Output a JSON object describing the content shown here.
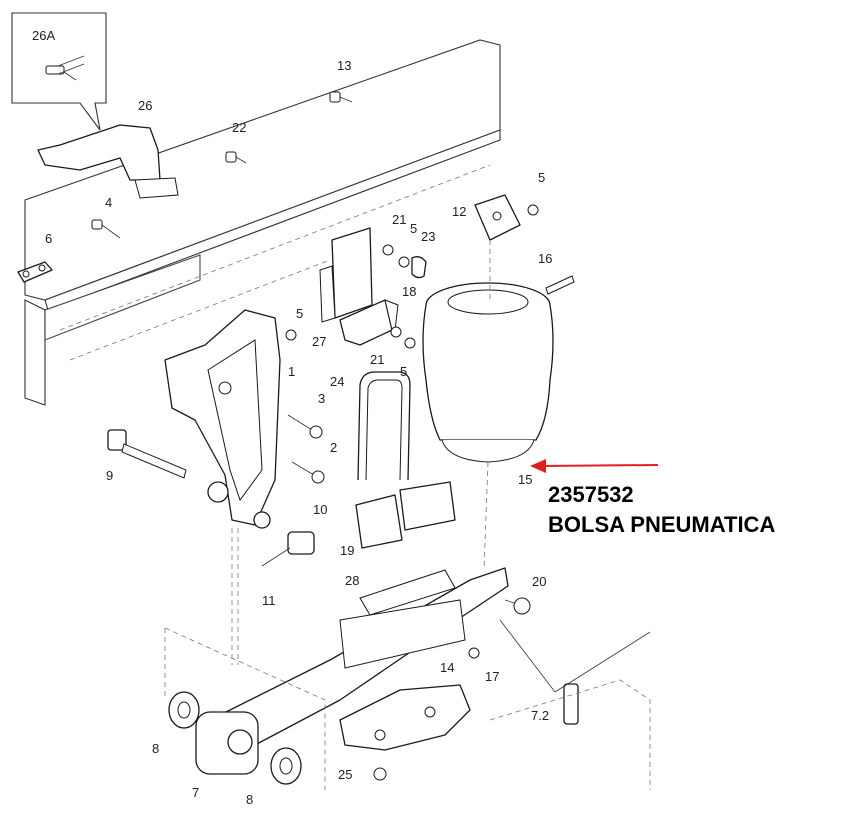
{
  "callout": {
    "part_number": "2357532",
    "description": "BOLSA PNEUMATICA",
    "arrow_color": "#e02020"
  },
  "labels": {
    "l26a": "26A",
    "l26": "26",
    "l13": "13",
    "l22": "22",
    "l4": "4",
    "l6": "6",
    "l12": "12",
    "l5a": "5",
    "l21a": "21",
    "l5b": "5",
    "l23": "23",
    "l16": "16",
    "l18": "18",
    "l27": "27",
    "l5c": "5",
    "l21b": "21",
    "l5d": "5",
    "l1": "1",
    "l24": "24",
    "l3": "3",
    "l2": "2",
    "l9": "9",
    "l10": "10",
    "l15": "15",
    "l19": "19",
    "l11": "11",
    "l28": "28",
    "l20": "20",
    "l17": "17",
    "l14": "14",
    "l72": "7.2",
    "l8a": "8",
    "l7": "7",
    "l8b": "8",
    "l25": "25"
  },
  "icons": {
    "arrow": "red-leader-arrow"
  }
}
